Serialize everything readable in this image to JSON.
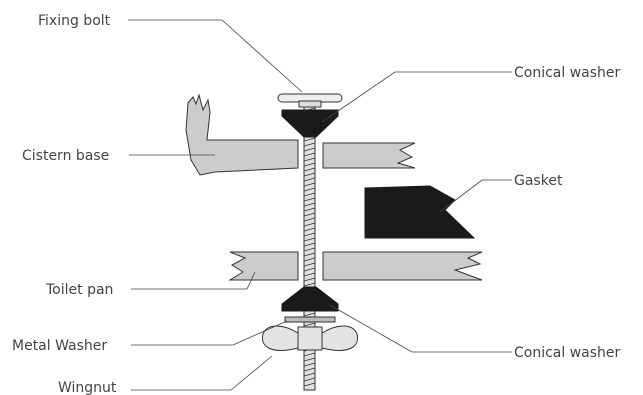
{
  "labels": {
    "fixing_bolt": "Fixing bolt",
    "conical_washer_top": "Conical washer",
    "cistern_base": "Cistern base",
    "gasket": "Gasket",
    "toilet_pan": "Toilet pan",
    "metal_washer": "Metal Washer",
    "conical_washer_bottom": "Conical washer",
    "wingnut": "Wingnut"
  },
  "colors": {
    "part_fill": "#cccccc",
    "dark_fill": "#1a1a1a",
    "outline": "#333333",
    "text": "#444444"
  }
}
